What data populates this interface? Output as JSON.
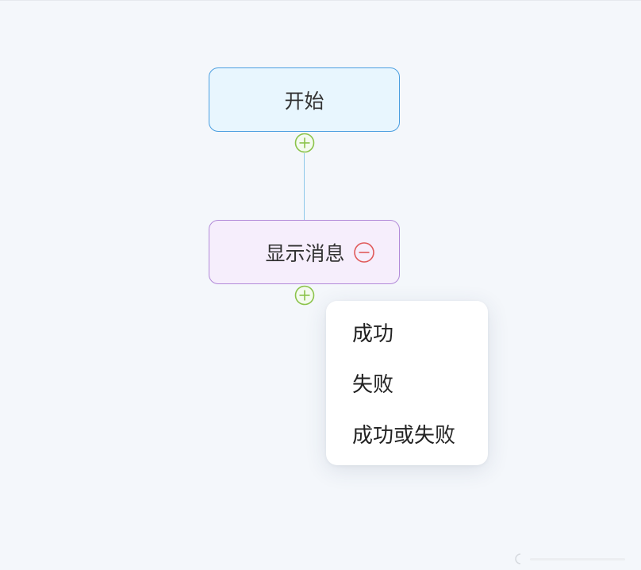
{
  "flow": {
    "nodes": [
      {
        "label": "开始",
        "bg": "#e8f6fe",
        "border": "#4a9ee0"
      },
      {
        "label": "显示消息",
        "bg": "#f6eefc",
        "border": "#b28ad8"
      }
    ],
    "connector_color": "#8fc9ea",
    "add_icon_color": "#8bc34a",
    "remove_icon_color": "#e05a5a"
  },
  "menu": {
    "items": [
      "成功",
      "失败",
      "成功或失败"
    ]
  }
}
